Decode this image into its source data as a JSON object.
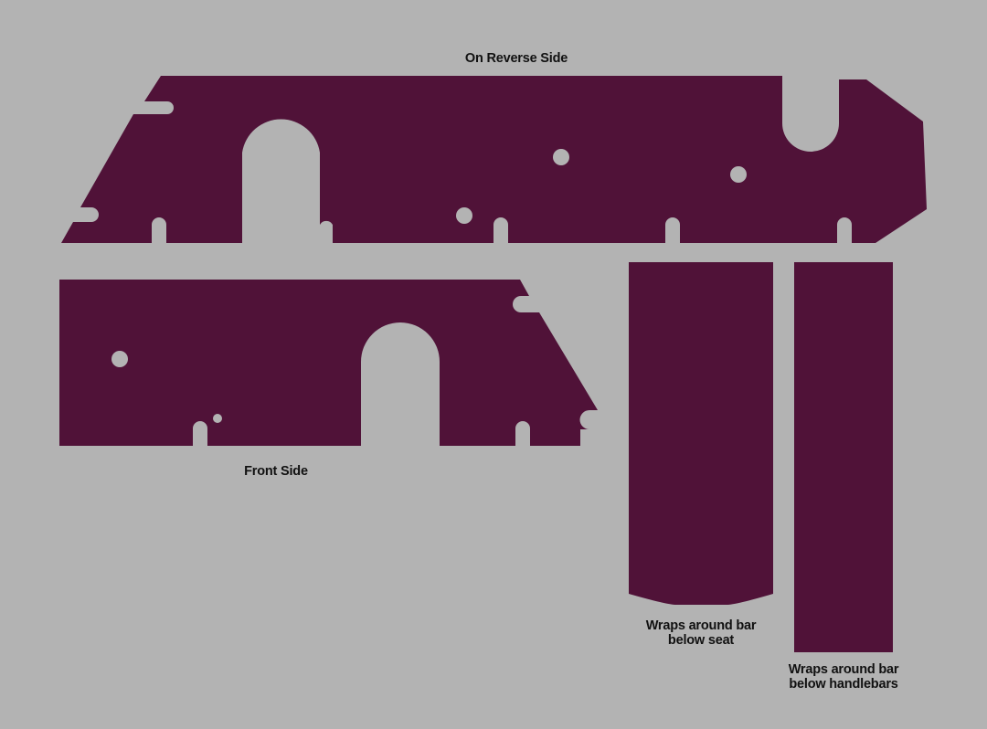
{
  "colors": {
    "background": "#b3b3b3",
    "panel_fill": "#501238",
    "label_text": "#111111"
  },
  "labels": {
    "reverse_side": "On Reverse Side",
    "front_side": "Front Side",
    "seat_wrap_line1": "Wraps around bar",
    "seat_wrap_line2": "below seat",
    "handlebar_wrap_line1": "Wraps around bar",
    "handlebar_wrap_line2": "below handlebars"
  }
}
